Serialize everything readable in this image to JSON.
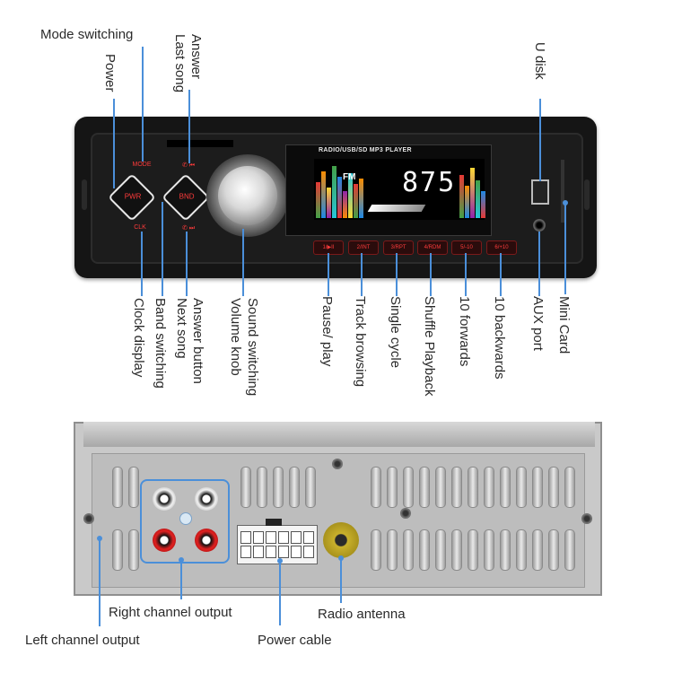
{
  "front": {
    "screen_title": "RADIO/USB/SD MP3 PLAYER",
    "band": "FM",
    "frequency": "875",
    "buttons": {
      "mode": "MODE",
      "pwr": "PWR",
      "bnd": "BND",
      "clk": "CLK"
    },
    "presets": [
      "1/▶II",
      "2/INT",
      "3/RPT",
      "4/RDM",
      "5/-10",
      "6/+10"
    ]
  },
  "labels": {
    "mode_switching": "Mode switching",
    "power": "Power",
    "answer_last_song": [
      "Answer",
      "Last song"
    ],
    "u_disk": "U disk",
    "clock_display": "Clock display",
    "band_switching": "Band switching",
    "answer_button": "Answer button",
    "next_song": "Next song",
    "sound_switching": "Sound switching",
    "volume_knob": "Volume knob",
    "pause_play": "Pause/ play",
    "track_browsing": "Track browsing",
    "single_cycle": "Single cycle",
    "shuffle_playback": "Shuffle Playback",
    "ten_forwards": "10 forwards",
    "ten_backwards": "10 backwards",
    "aux_port": "AUX port",
    "mini_card": "Mini Card",
    "right_channel_output": "Right channel output",
    "left_channel_output": "Left channel output",
    "radio_antenna": "Radio antenna",
    "power_cable": "Power cable"
  },
  "colors": {
    "accent_line": "#4b8fd9",
    "button_text": "#ff3b3b"
  }
}
